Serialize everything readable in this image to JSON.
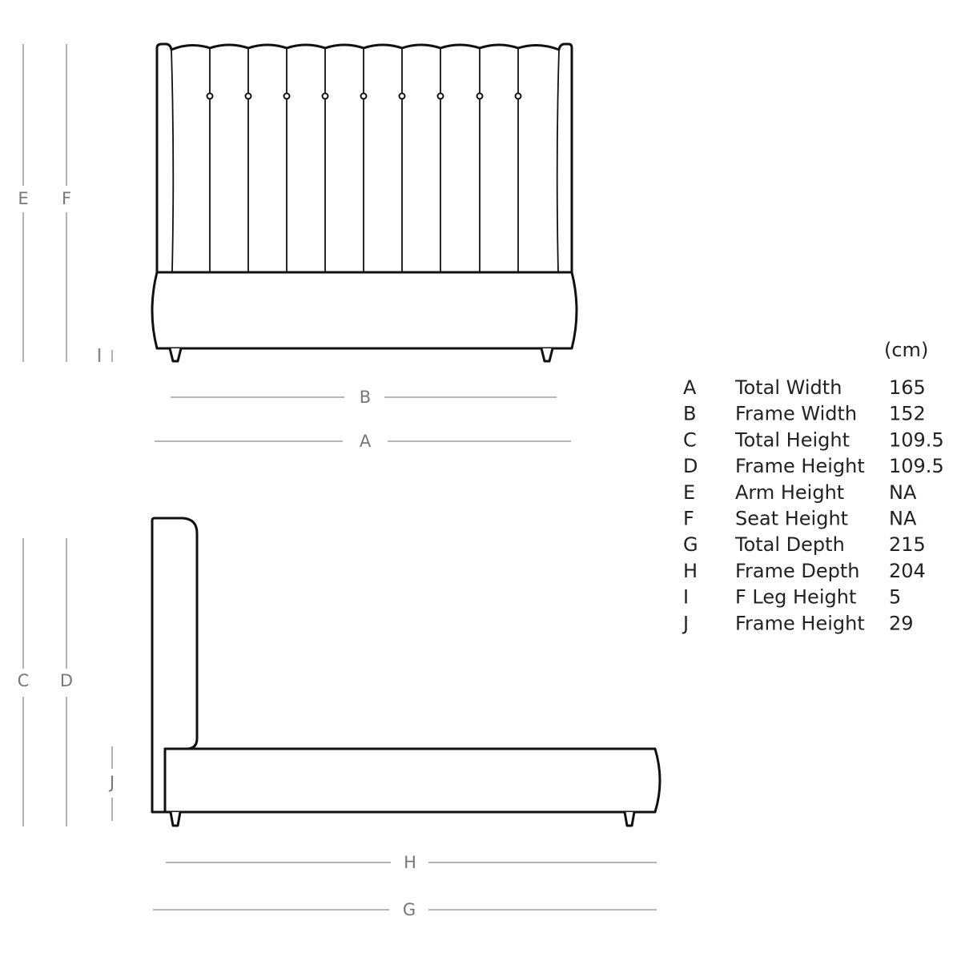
{
  "labels": {
    "A": "A",
    "B": "B",
    "C": "C",
    "D": "D",
    "E": "E",
    "F": "F",
    "G": "G",
    "H": "H",
    "I": "I",
    "J": "J"
  },
  "table": {
    "unit": "(cm)",
    "rows": [
      {
        "key": "A",
        "name": "Total Width",
        "value": "165"
      },
      {
        "key": "B",
        "name": "Frame Width",
        "value": "152"
      },
      {
        "key": "C",
        "name": "Total Height",
        "value": "109.5"
      },
      {
        "key": "D",
        "name": "Frame Height",
        "value": "109.5"
      },
      {
        "key": "E",
        "name": "Arm Height",
        "value": "NA"
      },
      {
        "key": "F",
        "name": "Seat Height",
        "value": "NA"
      },
      {
        "key": "G",
        "name": "Total Depth",
        "value": "215"
      },
      {
        "key": "H",
        "name": "Frame Depth",
        "value": "204"
      },
      {
        "key": "I",
        "name": "F Leg Height",
        "value": "5"
      },
      {
        "key": "J",
        "name": "Frame Height",
        "value": "29"
      }
    ]
  },
  "colors": {
    "outline": "#111111",
    "dimension": "#8a8a8a"
  }
}
